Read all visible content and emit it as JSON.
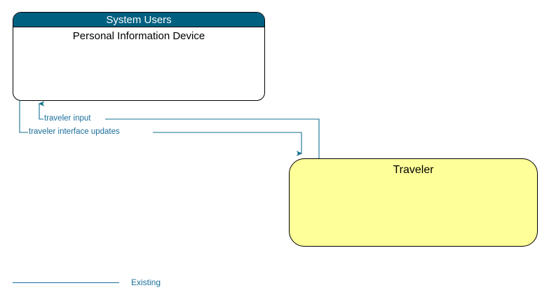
{
  "diagram": {
    "type": "context-flow-diagram",
    "background": "#ffffff",
    "colors": {
      "header_fill": "#006080",
      "header_text": "#ffffff",
      "system_fill": "#ffffff",
      "terminator_fill": "#ffff99",
      "flow_line": "#1a6f9c",
      "border": "#000000",
      "label_text": "#1a6f9c"
    },
    "nodes": [
      {
        "id": "system-users",
        "header": "System Users",
        "title": "Personal Information Device",
        "kind": "system"
      },
      {
        "id": "traveler",
        "title": "Traveler",
        "kind": "terminator"
      }
    ],
    "flows": [
      {
        "label": "traveler input",
        "from": "traveler",
        "to": "system-users",
        "status": "Existing"
      },
      {
        "label": "traveler interface updates",
        "from": "system-users",
        "to": "traveler",
        "status": "Existing"
      }
    ],
    "legend": {
      "entries": [
        {
          "label": "Existing",
          "color": "#1a6f9c"
        }
      ]
    }
  }
}
